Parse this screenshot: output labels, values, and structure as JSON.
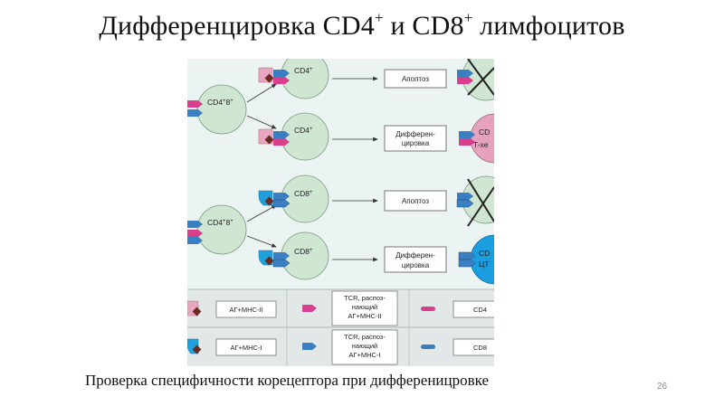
{
  "slide": {
    "title_main": "Дифференцировка CD4",
    "title_sup1": "+",
    "title_mid": " и CD8",
    "title_sup2": "+",
    "title_end": " лимфоцитов",
    "caption": "Проверка специфичности корецептора при дифференицровке",
    "page_number": "26"
  },
  "diagram": {
    "panel_top": {
      "source_cell": {
        "name": "CD4",
        "sup": "+",
        "suffix": "8",
        "suffix_sup": "+"
      },
      "branches": [
        {
          "cell": "CD4",
          "cell_sup": "+",
          "outcome_lines": [
            "Апоптоз"
          ],
          "result_line1": "",
          "result_line2": ""
        },
        {
          "cell": "CD4",
          "cell_sup": "+",
          "outcome_lines": [
            "Дифферен-",
            "цировка"
          ],
          "result_line1": "CD",
          "result_line2": "T-хе"
        }
      ]
    },
    "panel_bottom": {
      "source_cell": {
        "name": "CD4",
        "sup": "+",
        "suffix": "8",
        "suffix_sup": "+"
      },
      "branches": [
        {
          "cell": "CD8",
          "cell_sup": "+",
          "outcome_lines": [
            "Апоптоз"
          ],
          "result_line1": "",
          "result_line2": ""
        },
        {
          "cell": "CD8",
          "cell_sup": "+",
          "outcome_lines": [
            "Дифферен-",
            "цировка"
          ],
          "result_line1": "CD",
          "result_line2": "ЦТ"
        }
      ]
    },
    "legend": {
      "row1": {
        "antigen": "АГ+МНС-II",
        "tcr": [
          "TCR, распоз-",
          "нающий",
          "АГ+МНС-II"
        ],
        "coreceptor": "CD4"
      },
      "row2": {
        "antigen": "АГ+МНС-I",
        "tcr": [
          "TCR, распоз-",
          "нающий",
          "АГ+МНС-I"
        ],
        "coreceptor": "CD8"
      }
    },
    "colors": {
      "cell_fill": "#cfe6d2",
      "cell_stroke": "#7a9a80",
      "cd4_magenta": "#d83f8c",
      "cd8_blue": "#3a7fc0",
      "mhc2_pink": "#e9a7bf",
      "mhc1_cyan": "#1da0dc",
      "antigen_brown": "#6b2a22",
      "th_cell_fill": "#e6a2bd",
      "ctl_cell_fill": "#1a9ee0",
      "figure_bg": "#ecf3f3",
      "legend_bg": "#e2e8e8"
    }
  }
}
